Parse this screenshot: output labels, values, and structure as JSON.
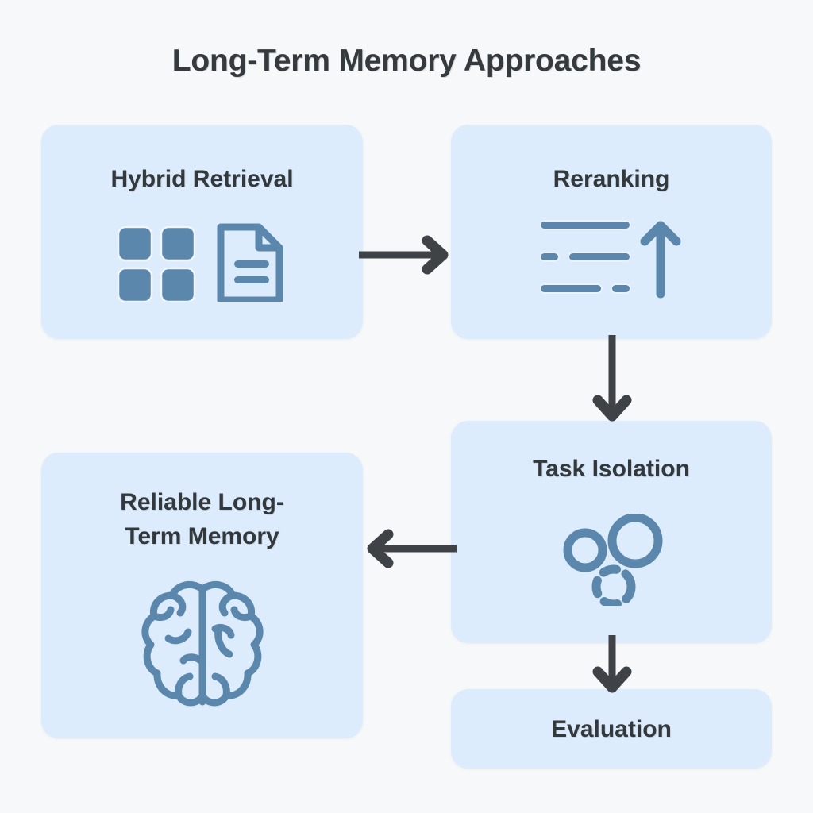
{
  "diagram": {
    "title": "Long-Term Memory Approaches",
    "type": "flowchart",
    "background_color": "#f7f8f9",
    "card_color": "#dcecfc",
    "icon_color": "#5b87ad",
    "text_color": "#32383c",
    "arrow_color": "#3f4347"
  },
  "nodes": [
    {
      "id": "hybrid-retrieval",
      "label": "Hybrid Retrieval",
      "icon": "grid-document-icon",
      "position": "top-left"
    },
    {
      "id": "reranking",
      "label": "Reranking",
      "icon": "sorted-lines-up-arrow-icon",
      "position": "top-right"
    },
    {
      "id": "task-isolation",
      "label": "Task Isolation",
      "icon": "separated-circles-icon",
      "position": "middle-right"
    },
    {
      "id": "reliable-long-term-memory",
      "label": "Reliable Long-\nTerm Memory",
      "icon": "brain-icon",
      "position": "bottom-left"
    },
    {
      "id": "evaluation",
      "label": "Evaluation",
      "icon": "none",
      "position": "bottom-right"
    }
  ],
  "edges": [
    {
      "id": "hybrid-to-rerank",
      "from": "hybrid-retrieval",
      "to": "reranking",
      "direction": "right"
    },
    {
      "id": "rerank-to-task",
      "from": "reranking",
      "to": "task-isolation",
      "direction": "down"
    },
    {
      "id": "task-to-memory",
      "from": "task-isolation",
      "to": "reliable-long-term-memory",
      "direction": "left"
    },
    {
      "id": "task-to-eval",
      "from": "task-isolation",
      "to": "evaluation",
      "direction": "down"
    }
  ]
}
